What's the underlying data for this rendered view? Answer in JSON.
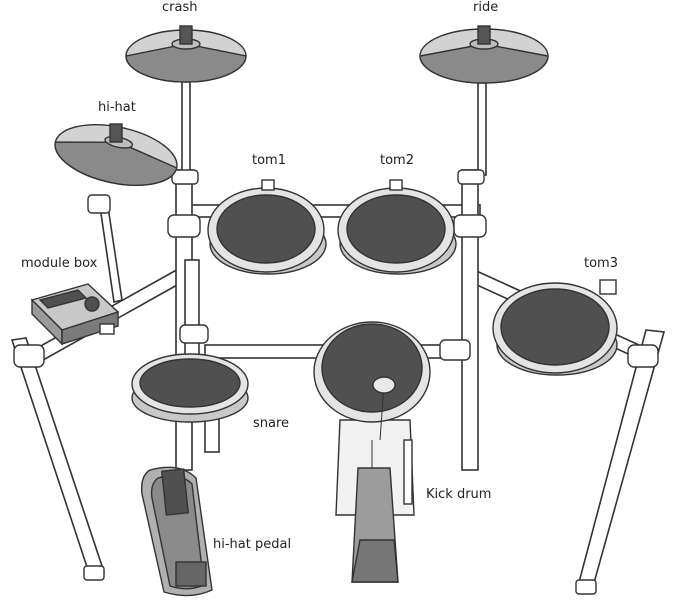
{
  "labels": {
    "crash": "crash",
    "ride": "ride",
    "hihat": "hi-hat",
    "tom1": "tom1",
    "tom2": "tom2",
    "module_box": "module box",
    "tom3": "tom3",
    "snare": "snare",
    "kick_drum": "Kick drum",
    "hihat_pedal": "hi-hat pedal"
  },
  "colors": {
    "pad_dark": "#505050",
    "cymbal_light": "#d2d2d2",
    "cymbal_dark": "#8a8a8a",
    "shell": "#c8c8c8",
    "line": "#333333"
  }
}
